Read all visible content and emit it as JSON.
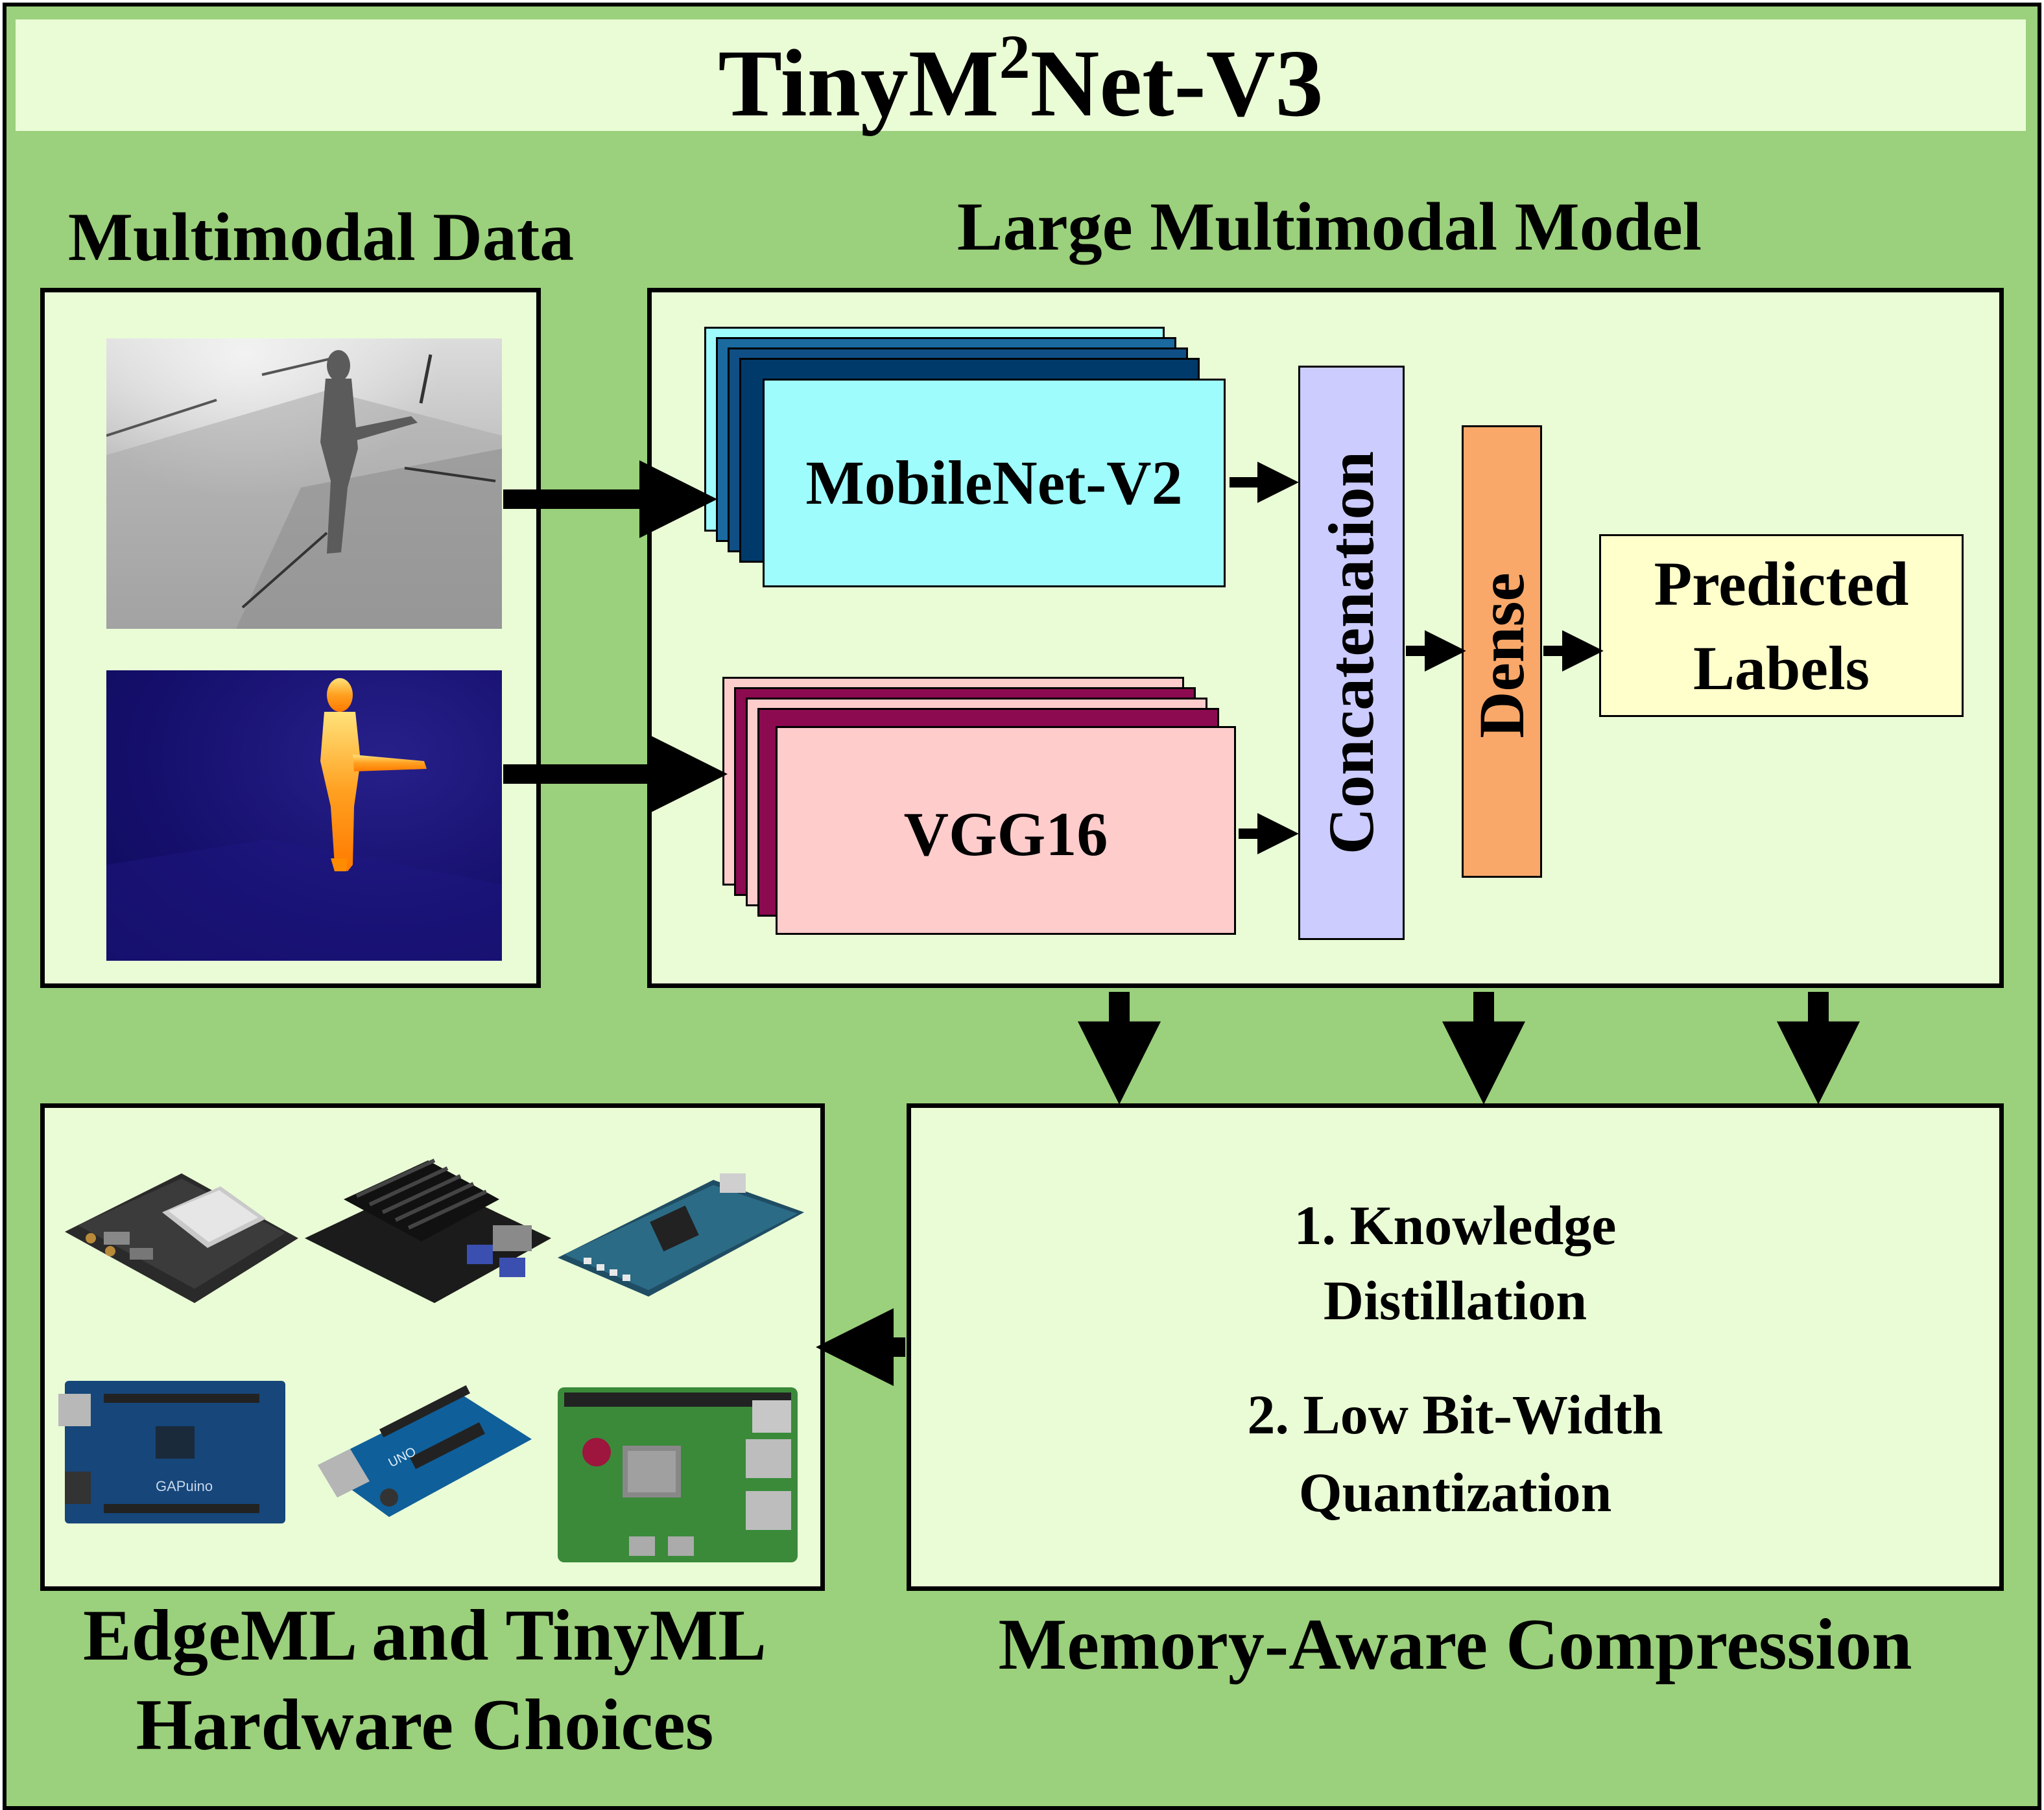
{
  "title": {
    "main": "TinyM",
    "sup": "2",
    "rest": "Net-V3"
  },
  "sections": {
    "multimodal_data": "Multimodal Data",
    "large_model": "Large Multimodal Model",
    "hardware": {
      "line1": "EdgeML and TinyML",
      "line2": "Hardware Choices"
    },
    "compression_title": "Memory-Aware Compression"
  },
  "model": {
    "mobilenet": "MobileNet-V2",
    "vgg": "VGG16",
    "concat": "Concatenation",
    "dense": "Dense",
    "predicted": {
      "line1": "Predicted",
      "line2": "Labels"
    }
  },
  "compression": {
    "item1_line1": "1. Knowledge",
    "item1_line2": "Distillation",
    "item2_line1": "2. Low Bit-Width",
    "item2_line2": "Quantization"
  },
  "hardware_boards": [
    "jetson-xavier",
    "jetson-nano",
    "fpga-board",
    "gapuino-board",
    "arduino-uno",
    "raspberry-pi-4"
  ],
  "colors": {
    "outer_bg": "#9bd07c",
    "panel_bg": "#eafcd6",
    "mobilenet_fill": "#9ffcfd",
    "mobilenet_stack": "#003a6b",
    "vgg_fill": "#ffcccc",
    "vgg_stack": "#8b0a50",
    "concat_fill": "#ccccff",
    "dense_fill": "#f9a86a",
    "predicted_fill": "#ffffcc"
  }
}
